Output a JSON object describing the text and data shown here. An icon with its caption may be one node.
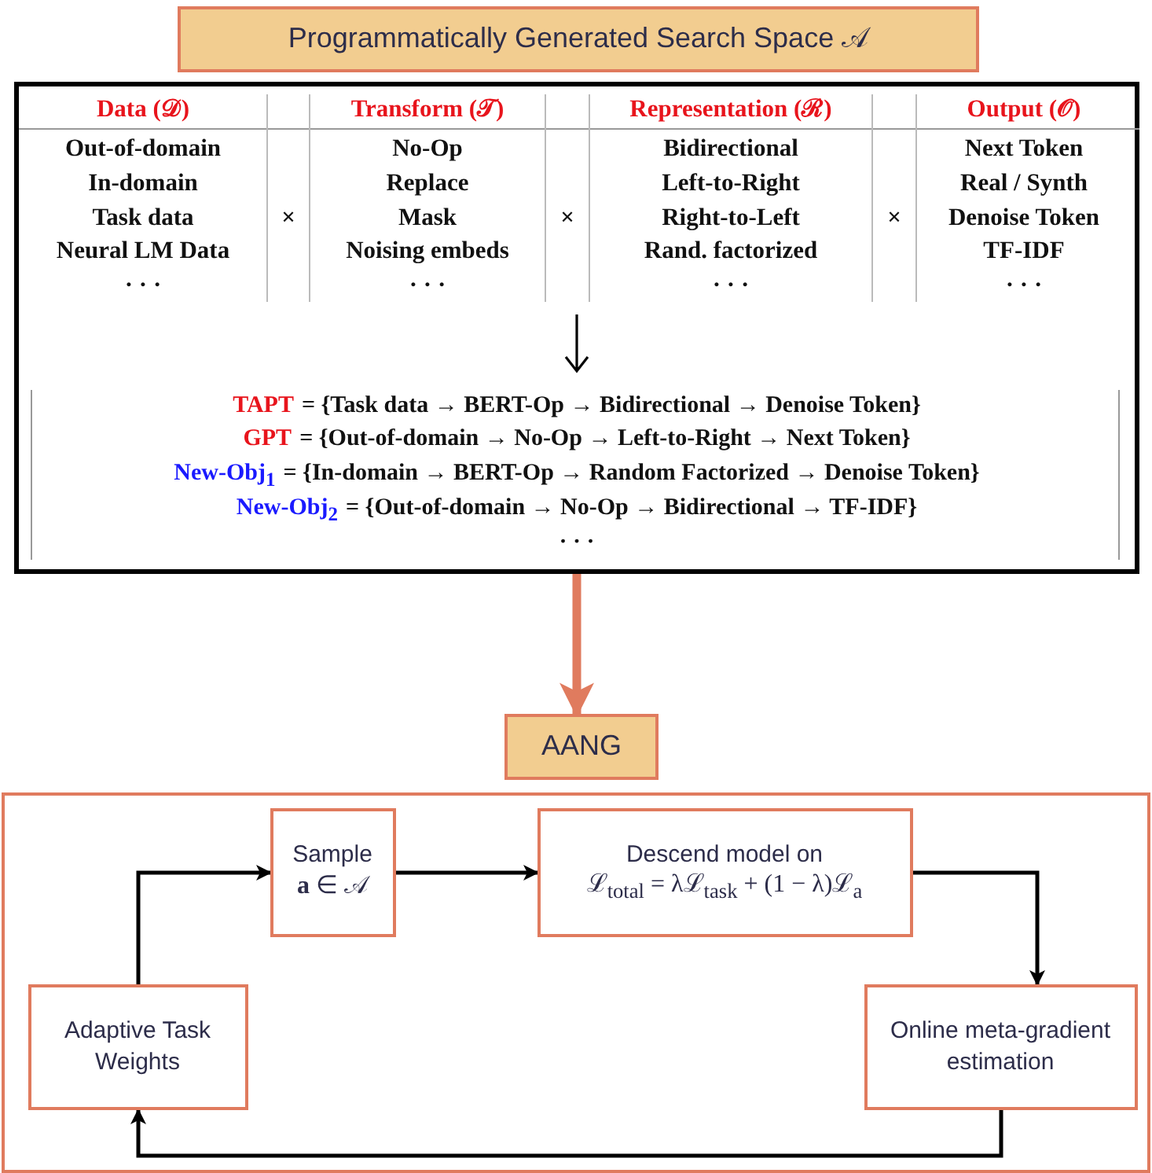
{
  "diagram": {
    "nodes": [
      {
        "text": [
          "Programmatically Generated Search Space 𝒜"
        ]
      },
      {
        "text": [],
        "shape": "box"
      },
      {
        "text": [
          "AANG"
        ]
      },
      {
        "text": [],
        "shape": "box"
      },
      {
        "text": [
          "Sample",
          "**a** ∈ 𝒜"
        ],
        "in": 3
      },
      {
        "text": [
          "Descend model on",
          "ℒ$_{total}$ = λℒ$_{task}$ + (1 − λ)ℒ$_{a}$"
        ],
        "in": 3
      },
      {
        "text": [
          "Adaptive Task Weights"
        ],
        "in": 3
      },
      {
        "text": [
          "Online meta-gradient estimation"
        ],
        "in": 3
      }
    ],
    "edges": [
      {
        "from": 1,
        "to": 2,
        "arrow": "to",
        "style": "thick",
        "color": "#e07b5e"
      },
      {
        "from": 6,
        "to": 4,
        "arrow": "to"
      },
      {
        "from": 4,
        "to": 5,
        "arrow": "to"
      },
      {
        "from": 5,
        "to": 7,
        "arrow": "to"
      },
      {
        "from": 7,
        "to": 6,
        "arrow": "to"
      }
    ],
    "labels": [
      "Data (𝒟)",
      "Transform (𝒯)",
      "Representation (ℛ)",
      "Output (𝒪)",
      "Out-of-domain",
      "No-Op",
      "Bidirectional",
      "Next Token",
      "In-domain",
      "Replace",
      "Left-to-Right",
      "Real / Synth",
      "Task data",
      "×",
      "Mask",
      "×",
      "Right-to-Left",
      "×",
      "Denoise Token",
      "Neural LM Data",
      "Noising embeds",
      "Rand. factorized",
      "TF-IDF",
      "· · ·",
      "· · ·",
      "· · ·",
      "· · ·",
      "TAPT",
      "= {Task data → BERT-Op → Bidirectional → Denoise Token}",
      "GPT",
      "= {Out-of-domain → No-Op → Left-to-Right → Next Token}",
      "New-Obj$_{1}$",
      "= {In-domain → BERT-Op → Random Factorized → Denoise Token}",
      "New-Obj$_{2}$",
      "= {Out-of-domain → No-Op → Bidirectional → TF-IDF}",
      "· · ·"
    ]
  }
}
